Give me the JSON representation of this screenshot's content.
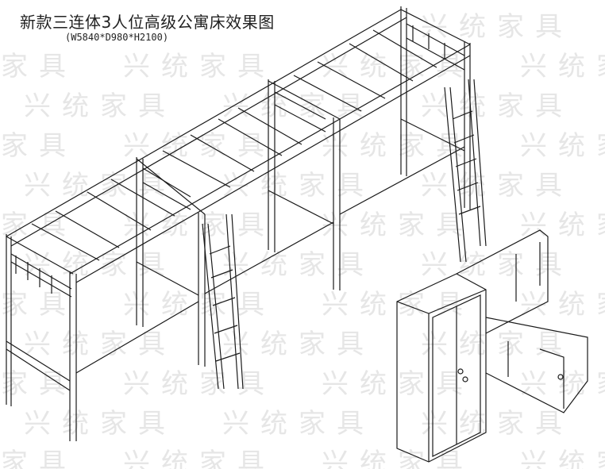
{
  "title": "新款三连体3人位高级公寓床效果图",
  "dimensions": "(W5840*D980*H2100)",
  "watermark": "兴统家具",
  "colors": {
    "line": "#1a1a1a",
    "watermark": "#e6e6e6"
  }
}
